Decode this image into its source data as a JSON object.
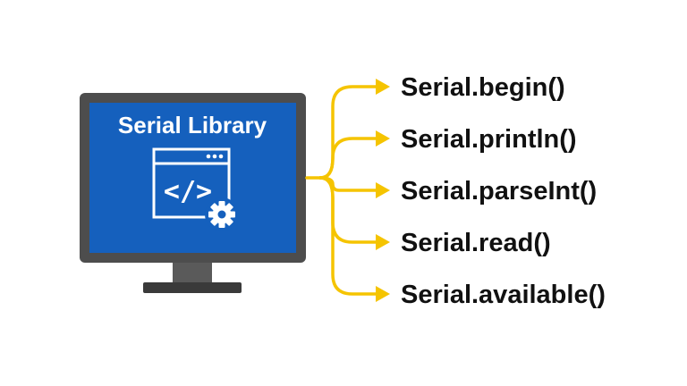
{
  "title": "Serial Library",
  "code_symbol": "</>",
  "functions": [
    "Serial.begin()",
    "Serial.println()",
    "Serial.parseInt()",
    "Serial.read()",
    "Serial.available()"
  ],
  "colors": {
    "screen": "#1560bd",
    "bezel": "#4d4d4d",
    "stand": "#3a3a3a",
    "arrow": "#f5c400",
    "label": "#111111"
  },
  "icons": {
    "window": "code-window-icon",
    "gear": "gear-icon"
  }
}
